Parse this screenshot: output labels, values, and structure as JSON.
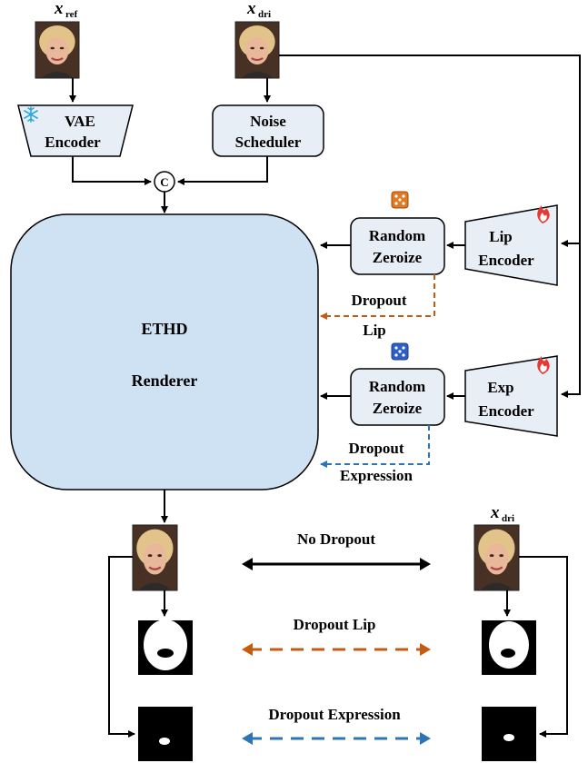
{
  "labels": {
    "x_ref_main": "x",
    "x_ref_sub": "ref",
    "x_dri_main": "x",
    "x_dri_sub": "dri",
    "x_dri_bottom_main": "x",
    "x_dri_bottom_sub": "dri",
    "vae_line1": "VAE",
    "vae_line2": "Encoder",
    "noise_line1": "Noise",
    "noise_line2": "Scheduler",
    "concat": "C",
    "random_zeroize_1_line1": "Random",
    "random_zeroize_1_line2": "Zeroize",
    "random_zeroize_2_line1": "Random",
    "random_zeroize_2_line2": "Zeroize",
    "lip_encoder_line1": "Lip",
    "lip_encoder_line2": "Encoder",
    "exp_encoder_line1": "Exp",
    "exp_encoder_line2": "Encoder",
    "dropout_lip_line1": "Dropout",
    "dropout_lip_line2": "Lip",
    "dropout_exp_line1": "Dropout",
    "dropout_exp_line2": "Expression",
    "renderer_line1": "ETHD",
    "renderer_line2": "Renderer",
    "legend_no_dropout": "No Dropout",
    "legend_dropout_lip": "Dropout Lip",
    "legend_dropout_expression": "Dropout Expression"
  },
  "colors": {
    "renderer_fill": "#cfe2f3",
    "module_fill": "#e8eef6",
    "lip_dropout": "#c55a11",
    "exp_dropout": "#2e75b6",
    "snowflake": "#29a8e0",
    "flame": "#e53935",
    "dice_orange": "#e07b24",
    "dice_blue": "#2f5fc4"
  },
  "icons": [
    "snowflake-icon",
    "flame-icon",
    "dice-icon",
    "face-thumbnail",
    "face-mask"
  ]
}
